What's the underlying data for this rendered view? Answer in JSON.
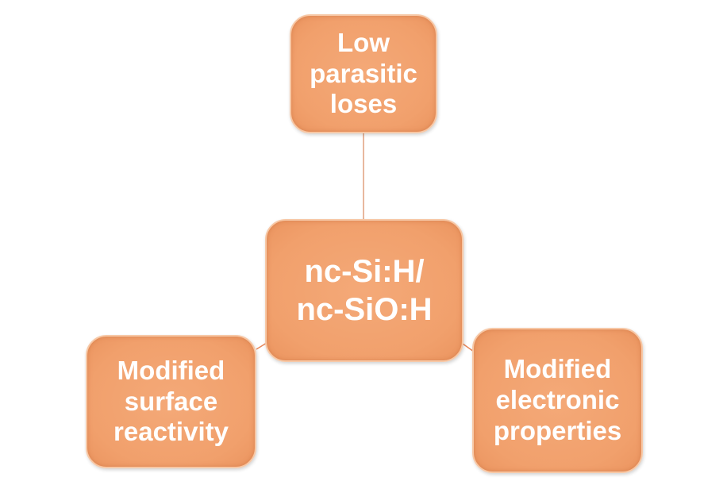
{
  "diagram": {
    "type": "hub-and-spoke",
    "colors": {
      "node_fill": "#f1a06c",
      "node_border": "#f7c8a6",
      "node_text": "#ffffff",
      "connector": "#e08a5f"
    },
    "center": {
      "lines": [
        "nc-Si:H/",
        "nc-SiO:H"
      ]
    },
    "branches": [
      {
        "id": "top",
        "lines": [
          "Low",
          "parasitic",
          "loses"
        ]
      },
      {
        "id": "left",
        "lines": [
          "Modified",
          "surface",
          "reactivity"
        ]
      },
      {
        "id": "right",
        "lines": [
          "Modified",
          "electronic",
          "properties"
        ]
      }
    ]
  }
}
